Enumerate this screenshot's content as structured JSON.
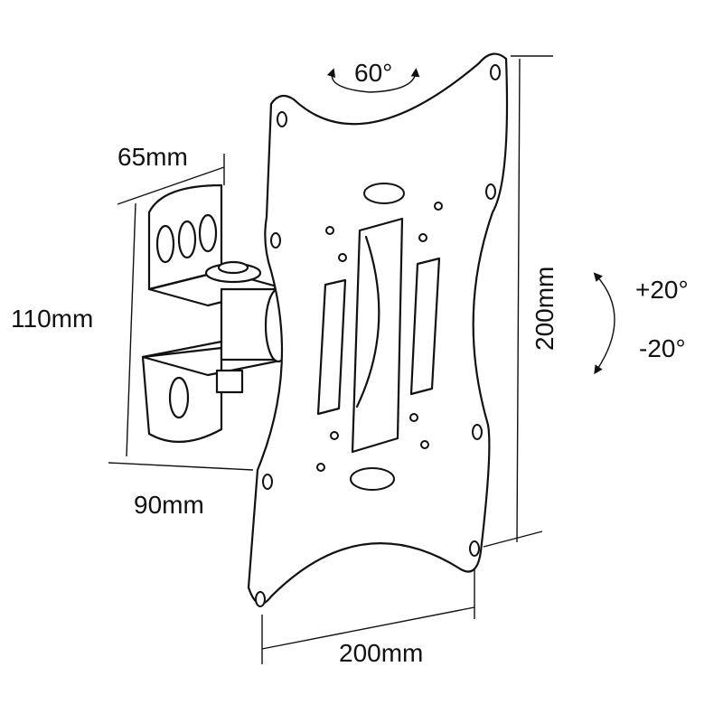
{
  "dimensions": {
    "swivel": "60°",
    "bracket_depth": "65mm",
    "bracket_height": "110mm",
    "bracket_width": "90mm",
    "plate_height": "200mm",
    "plate_width": "200mm",
    "tilt_up": "+20°",
    "tilt_down": "-20°"
  }
}
